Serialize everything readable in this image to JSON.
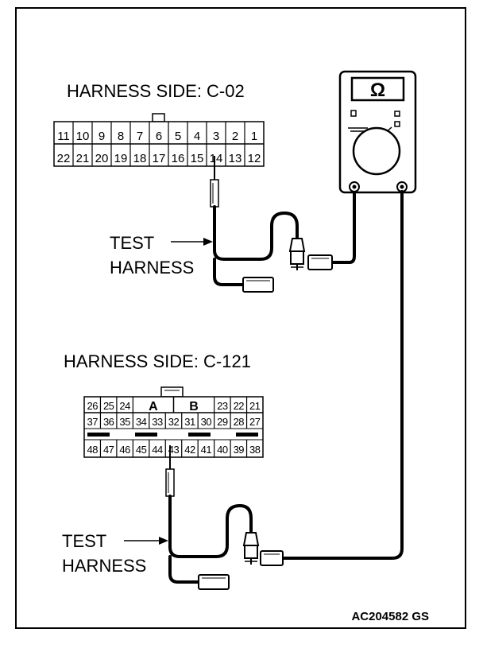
{
  "labels": {
    "harness_side_1": "HARNESS SIDE: C-02",
    "harness_side_2": "HARNESS SIDE: C-121",
    "test_harness_1": [
      "TEST",
      "HARNESS"
    ],
    "test_harness_2": [
      "TEST",
      "HARNESS"
    ],
    "figure_code": "AC204582 GS",
    "meter_symbol": "Ω"
  },
  "connector_c02": {
    "top_row": [
      "11",
      "10",
      "9",
      "8",
      "7",
      "6",
      "5",
      "4",
      "3",
      "2",
      "1"
    ],
    "bottom_row": [
      "22",
      "21",
      "20",
      "19",
      "18",
      "17",
      "16",
      "15",
      "14",
      "13",
      "12"
    ]
  },
  "connector_c121": {
    "row1_left": [
      "26",
      "25",
      "24"
    ],
    "row1_mid": [
      "A",
      "B"
    ],
    "row1_right": [
      "23",
      "22",
      "21"
    ],
    "row2": [
      "37",
      "36",
      "35",
      "34",
      "33",
      "32",
      "31",
      "30",
      "29",
      "28",
      "27"
    ],
    "row3": [
      "48",
      "47",
      "46",
      "45",
      "44",
      "43",
      "42",
      "41",
      "40",
      "39",
      "38"
    ]
  }
}
